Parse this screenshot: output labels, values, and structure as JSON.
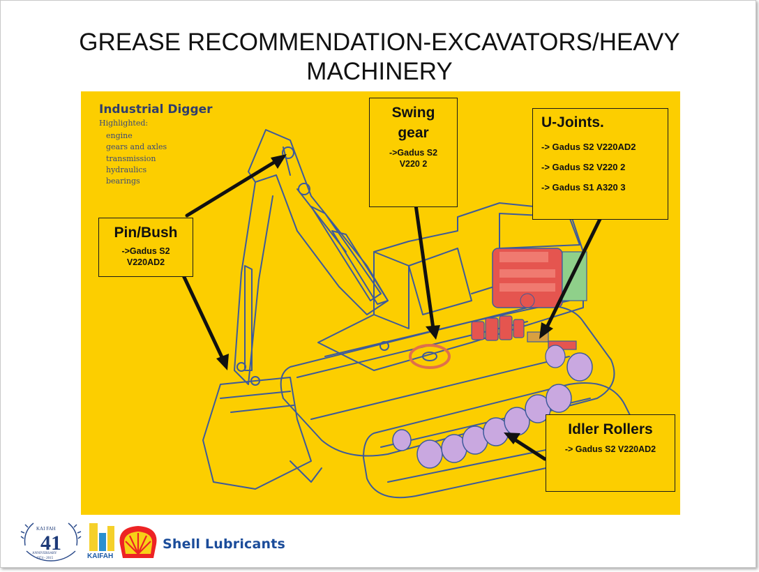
{
  "slide": {
    "title": "GREASE RECOMMENDATION-EXCAVATORS/HEAVY MACHINERY"
  },
  "legend": {
    "title": "Industrial Digger",
    "subtitle": "Highlighted:",
    "items": [
      "engine",
      "gears and axles",
      "transmission",
      "hydraulics",
      "bearings"
    ]
  },
  "callouts": {
    "pin_bush": {
      "heading": "Pin/Bush",
      "line1": "->Gadus S2",
      "line2": "V220AD2"
    },
    "swing_gear": {
      "heading_line1": "Swing",
      "heading_line2": "gear",
      "line1": "->Gadus S2",
      "line2": "V220 2"
    },
    "u_joints": {
      "heading": "U-Joints.",
      "items": [
        "-> Gadus  S2 V220AD2",
        "-> Gadus  S2 V220 2",
        "-> Gadus  S1 A320 3"
      ]
    },
    "idler_rollers": {
      "heading": "Idler Rollers",
      "line1": "-> Gadus  S2 V220AD2"
    }
  },
  "footer": {
    "anniversary_number": "41",
    "anniversary_top": "KAI FAH",
    "anniversary_word": "ANNIVERSARY",
    "anniversary_years": "1974 - 2015",
    "kaifah_label": "KAIFAH",
    "brand_text": "Shell Lubricants"
  },
  "colors": {
    "panel_yellow": "#fcce00",
    "line_blue": "#3d5a9a",
    "engine_red": "#e0504a",
    "roller_purple": "#c9a8e0",
    "shell_blue": "#1b4c9a",
    "arrow_black": "#111111"
  }
}
